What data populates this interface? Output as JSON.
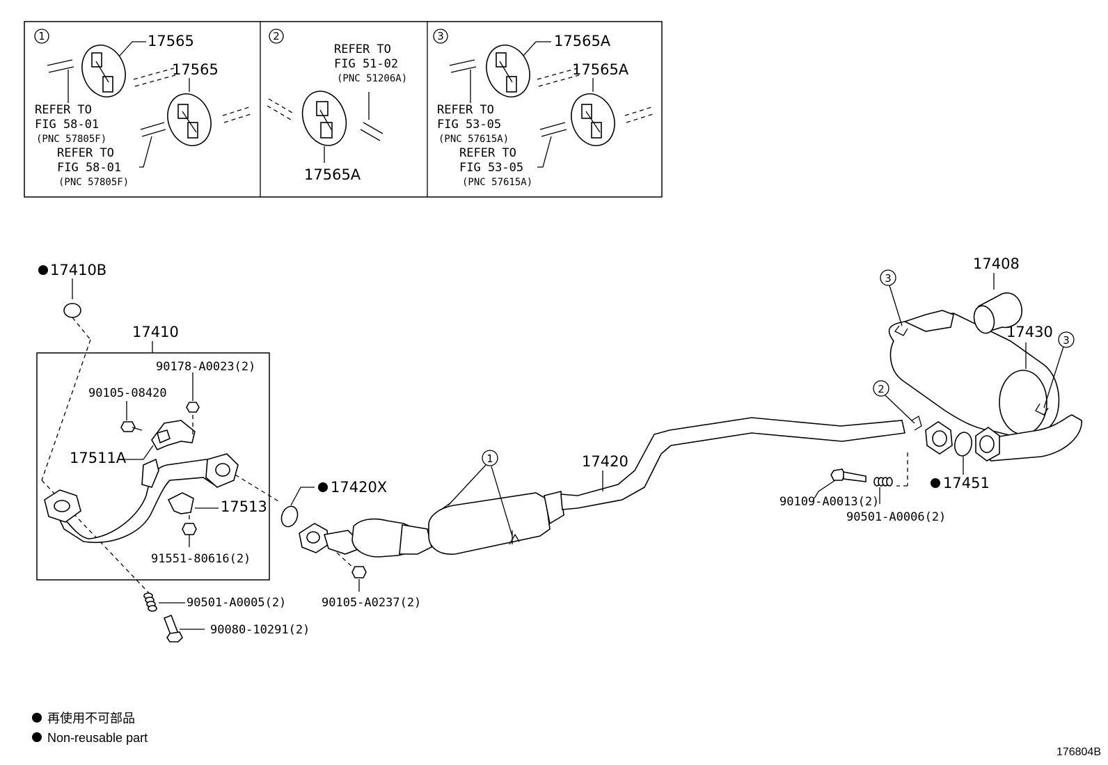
{
  "insets": [
    {
      "number": "1",
      "callouts": [
        "17565",
        "17565"
      ],
      "refs": [
        {
          "line1": "REFER TO",
          "line2": "FIG 58-01",
          "pnc": "(PNC 57805F)"
        },
        {
          "line1": "REFER TO",
          "line2": "FIG 58-01",
          "pnc": "(PNC 57805F)"
        }
      ]
    },
    {
      "number": "2",
      "callouts": [
        "17565A"
      ],
      "refs": [
        {
          "line1": "REFER TO",
          "line2": "FIG 51-02",
          "pnc": "(PNC 51206A)"
        }
      ]
    },
    {
      "number": "3",
      "callouts": [
        "17565A",
        "17565A"
      ],
      "refs": [
        {
          "line1": "REFER TO",
          "line2": "FIG 53-05",
          "pnc": "(PNC 57615A)"
        },
        {
          "line1": "REFER TO",
          "line2": "FIG 53-05",
          "pnc": "(PNC 57615A)"
        }
      ]
    }
  ],
  "parts": {
    "p17410B": "17410B",
    "p17410": "17410",
    "p90178": "90178-A0023(2)",
    "p90105_08420": "90105-08420",
    "p17511A": "17511A",
    "p17513": "17513",
    "p91551": "91551-80616(2)",
    "p90501_A0005": "90501-A0005(2)",
    "p90080": "90080-10291(2)",
    "p17420X": "17420X",
    "p90105_A0237": "90105-A0237(2)",
    "p17420": "17420",
    "p17408": "17408",
    "p17430": "17430",
    "p17451": "17451",
    "p90109": "90109-A0013(2)",
    "p90501_A0006": "90501-A0006(2)"
  },
  "callout_numbers": {
    "c1": "1",
    "c2": "2",
    "c3a": "3",
    "c3b": "3"
  },
  "legend": {
    "jp": "再使用不可部品",
    "en": "Non-reusable part"
  },
  "figure_id": "176804B"
}
